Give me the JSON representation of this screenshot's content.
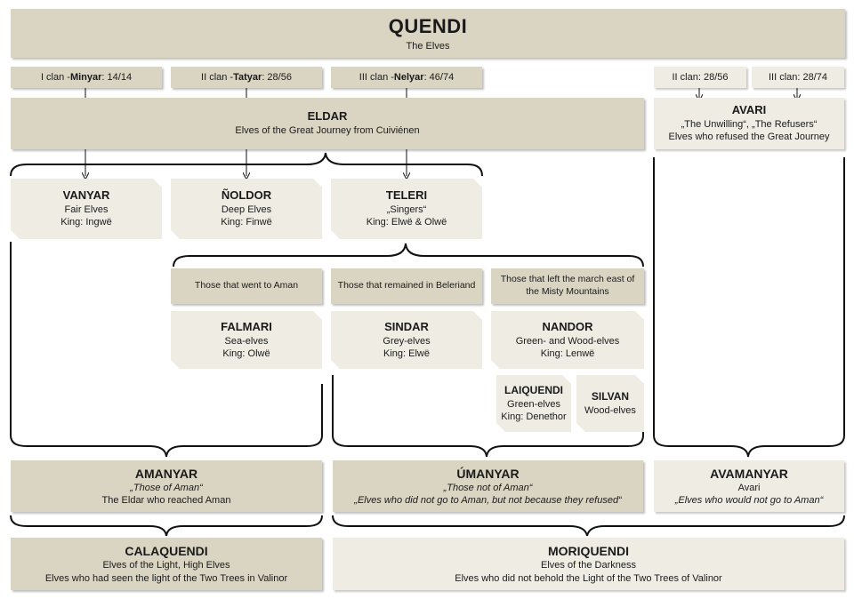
{
  "quendi": {
    "title": "QUENDI",
    "subtitle": "The Elves"
  },
  "clans": [
    {
      "prefix": "I clan - ",
      "name": "Minyar",
      "count": ": 14/14"
    },
    {
      "prefix": "II clan - ",
      "name": "Tatyar",
      "count": ": 28/56"
    },
    {
      "prefix": "III clan - ",
      "name": "Nelyar",
      "count": ": 46/74"
    }
  ],
  "avari_clans": [
    "II clan: 28/56",
    "III clan: 28/74"
  ],
  "eldar": {
    "title": "ELDAR",
    "line1": "Elves of the Great Journey from Cuiviénen"
  },
  "avari": {
    "title": "AVARI",
    "line1": "„The Unwilling“, „The Refusers“",
    "line2": "Elves who refused the Great Journey"
  },
  "vanyar": {
    "title": "VANYAR",
    "line1": "Fair Elves",
    "line2": "King: Ingwë"
  },
  "noldor": {
    "title": "ÑOLDOR",
    "line1": "Deep Elves",
    "line2": "King: Finwë"
  },
  "teleri": {
    "title": "TELERI",
    "line1": "„Singers“",
    "line2": "King: Elwë & Olwë"
  },
  "notes": [
    "Those that went to Aman",
    "Those that remained in Beleriand",
    "Those that left the march east of the Misty Mountains"
  ],
  "falmari": {
    "title": "FALMARI",
    "line1": "Sea-elves",
    "line2": "King: Olwë"
  },
  "sindar": {
    "title": "SINDAR",
    "line1": "Grey-elves",
    "line2": "King: Elwë"
  },
  "nandor": {
    "title": "NANDOR",
    "line1": "Green- and Wood-elves",
    "line2": "King: Lenwë"
  },
  "laiquendi": {
    "title": "LAIQUENDI",
    "line1": "Green-elves",
    "line2": "King: Denethor"
  },
  "silvan": {
    "title": "SILVAN",
    "line1": "Wood-elves"
  },
  "amanyar": {
    "title": "AMANYAR",
    "line1": "„Those of Aman“",
    "line2": "The Eldar who reached Aman"
  },
  "umanyar": {
    "title": "ÚMANYAR",
    "line1": "„Those not of Aman“",
    "line2": "„Elves who did not go to Aman, but not because they refused“"
  },
  "avamanyar": {
    "title": "AVAMANYAR",
    "line1": "Avari",
    "line2": "„Elves who would not go to Aman“"
  },
  "calaquendi": {
    "title": "CALAQUENDI",
    "line1": "Elves of the Light, High Elves",
    "line2": "Elves who had seen the light of the Two Trees in Valinor"
  },
  "moriquendi": {
    "title": "MORIQUENDI",
    "line1": "Elves of the Darkness",
    "line2": "Elves who did not behold the Light of the Two Trees of Valinor"
  },
  "colors": {
    "dark_box": "#d9d5c2",
    "light_box": "#eeece3",
    "line": "#111111"
  }
}
